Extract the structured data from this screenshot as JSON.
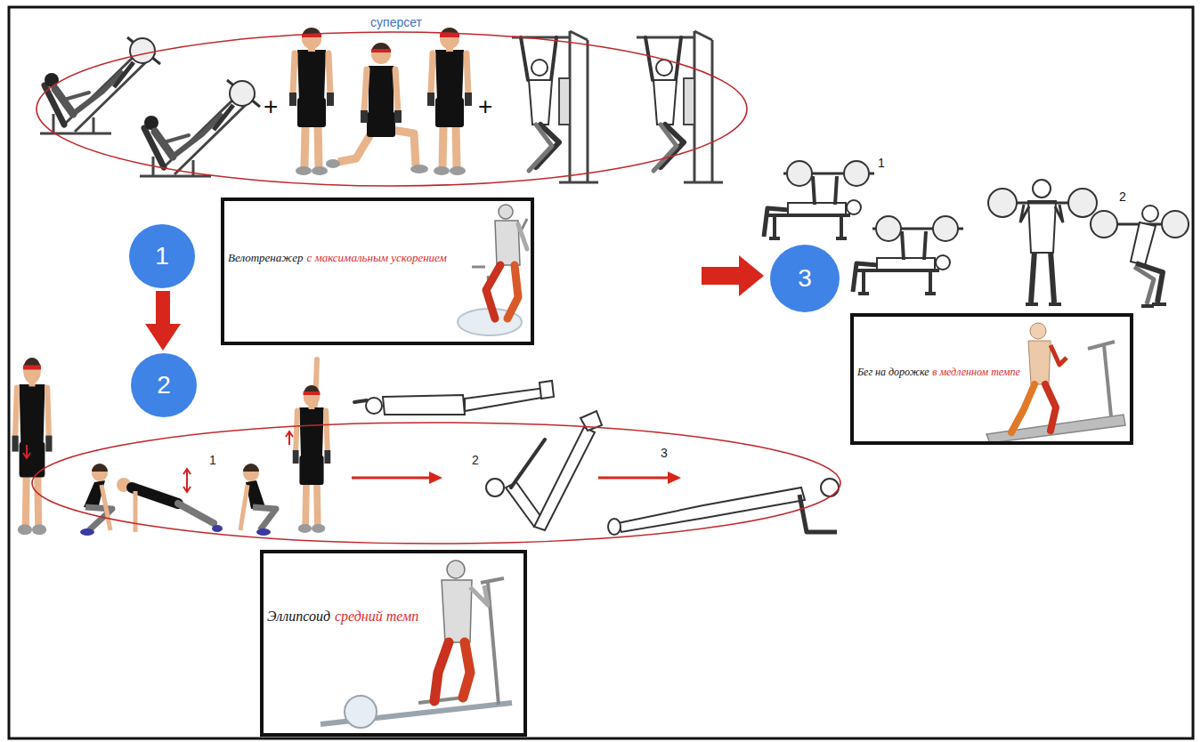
{
  "diagram": {
    "nodes": [
      {
        "text": [
          "суперсет"
        ]
      },
      {
        "text": [
          "Велотренажер",
          "с максимальным ускорением"
        ]
      },
      {
        "text": [
          "1"
        ]
      },
      {
        "text": [
          "3"
        ]
      },
      {
        "text": [
          "Бег на дорожке",
          "в медленном темпе"
        ]
      },
      {
        "text": [
          "2"
        ]
      },
      {
        "text": [
          "1",
          "2",
          "3"
        ]
      },
      {
        "text": [
          "Эллипсоид",
          "средний темп"
        ]
      }
    ],
    "edges": [
      {
        "from": 2,
        "to": 5,
        "arrow": "to"
      }
    ],
    "labels": [
      "+",
      "+",
      "1",
      "2"
    ]
  }
}
